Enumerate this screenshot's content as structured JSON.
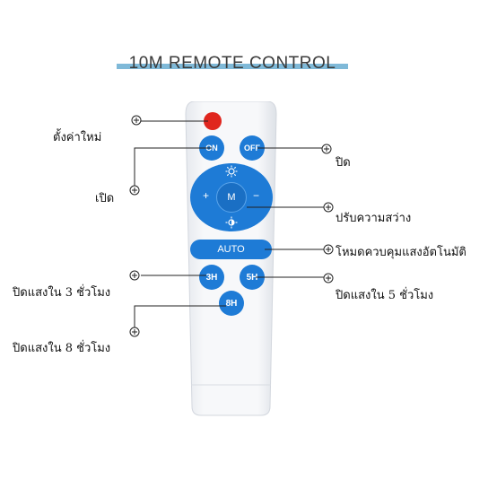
{
  "title": "10M REMOTE CONTROL",
  "buttons": {
    "on": "ON",
    "off": "OFF",
    "mode": "M",
    "plus": "+",
    "minus": "−",
    "auto": "AUTO",
    "h3": "3H",
    "h5": "5H",
    "h8": "8H"
  },
  "labels": {
    "reset": "ตั้งค่าใหม่",
    "on": "เปิด",
    "off": "ปิด",
    "brightness": "ปรับความสว่าง",
    "auto": "โหมดควบคุมแสงอัตโนมัติ",
    "off_3h": "ปิดแสงใน 3 ชั่วโมง",
    "off_5h": "ปิดแสงใน 5 ชั่วโมง",
    "off_8h": "ปิดแสงใน 8 ชั่วโมง"
  },
  "colors": {
    "button_blue": "#1e7bd6",
    "reset_red": "#e0261e",
    "title_bar": "#7fb9d8",
    "remote_body": "#f2f4f7"
  },
  "icons": {
    "sun_bright": "sun-icon",
    "sun_dim": "half-sun-icon",
    "callout_marker": "plus-circle-icon"
  }
}
